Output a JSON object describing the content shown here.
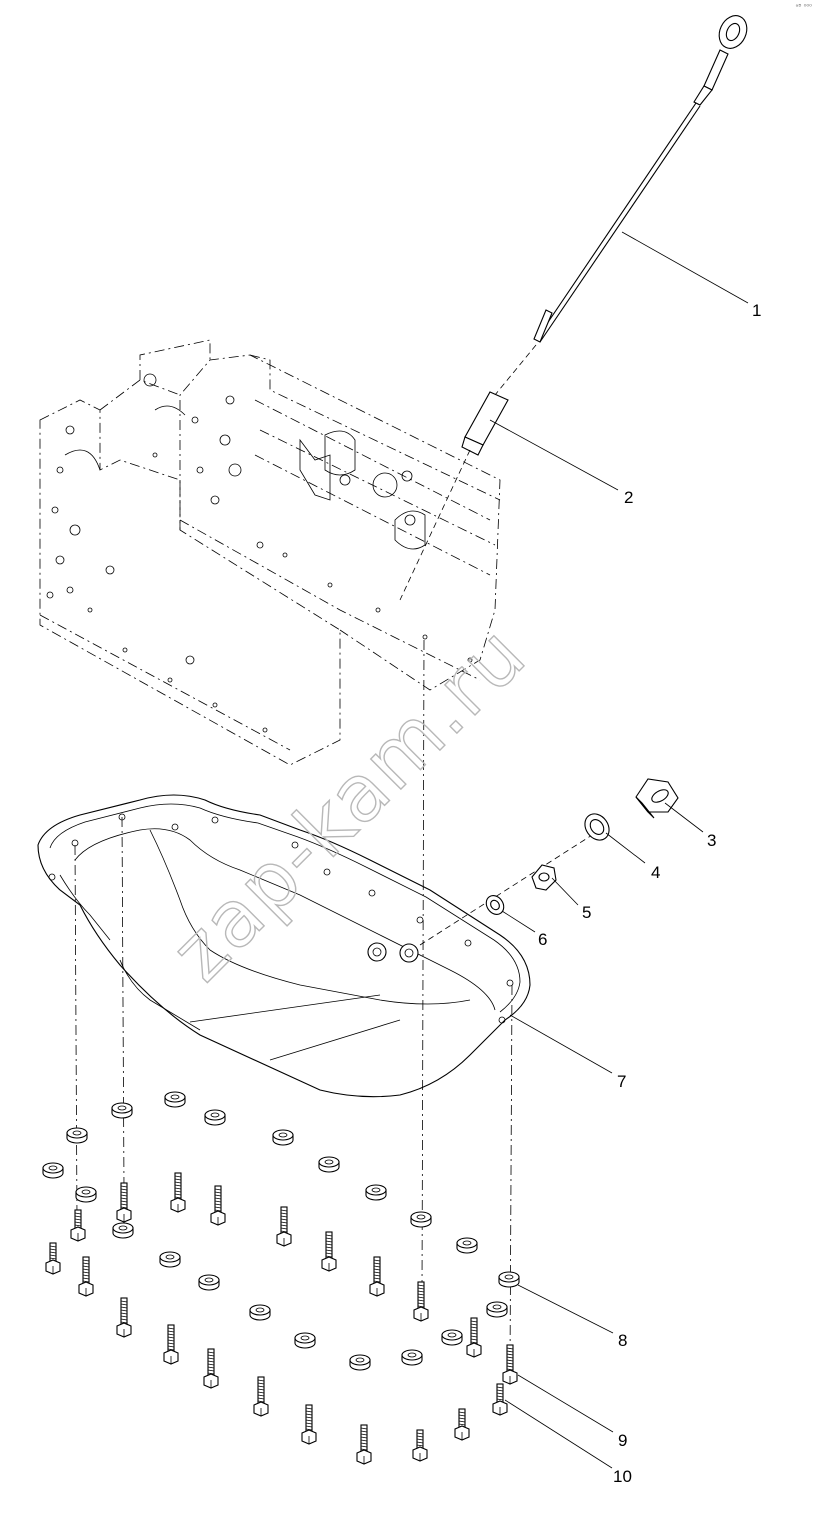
{
  "diagram": {
    "corner_mark": "ᵃᴮ ⁰⁰⁰",
    "watermark": "zap-kam.ru",
    "callouts": [
      "1",
      "2",
      "3",
      "4",
      "5",
      "6",
      "7",
      "8",
      "9",
      "10"
    ]
  }
}
